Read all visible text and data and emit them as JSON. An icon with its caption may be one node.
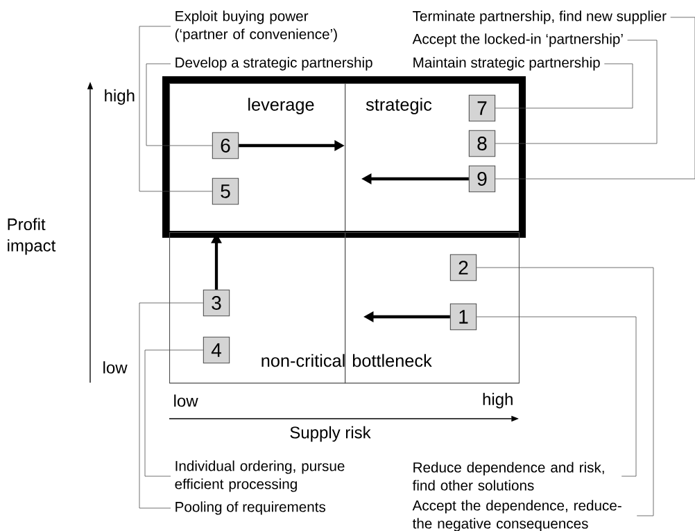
{
  "diagram": {
    "nodes": [
      {
        "text": [
          "leverage"
        ]
      },
      {
        "text": [
          "strategic"
        ]
      },
      {
        "text": [
          "non-critical"
        ]
      },
      {
        "text": [
          "bottleneck"
        ]
      },
      {
        "text": [
          "1"
        ],
        "in": 3
      },
      {
        "text": [
          "2"
        ],
        "in": 3
      },
      {
        "text": [
          "3"
        ],
        "in": 2
      },
      {
        "text": [
          "4"
        ],
        "in": 2
      },
      {
        "text": [
          "5"
        ],
        "in": 0
      },
      {
        "text": [
          "6"
        ],
        "in": 0
      },
      {
        "text": [
          "7"
        ],
        "in": 1
      },
      {
        "text": [
          "8"
        ],
        "in": 1
      },
      {
        "text": [
          "9"
        ],
        "in": 1
      },
      {
        "text": [
          "Exploit buying power (‘partner of convenience’)"
        ]
      },
      {
        "text": [
          "Develop a strategic partnership"
        ]
      },
      {
        "text": [
          "Terminate partnership, find new supplier"
        ]
      },
      {
        "text": [
          "Accept the locked-in ‘partnership’"
        ]
      },
      {
        "text": [
          "Maintain strategic partnership"
        ]
      },
      {
        "text": [
          "Individual ordering, pursue efficient processing"
        ]
      },
      {
        "text": [
          "Pooling of requirements"
        ]
      },
      {
        "text": [
          "Reduce dependence and risk, find other solutions"
        ]
      },
      {
        "text": [
          "Accept the dependence, reduce- the negative consequences"
        ]
      }
    ],
    "edges": [
      {
        "from": 13,
        "to": 8,
        "arrow": "none"
      },
      {
        "from": 14,
        "to": 9,
        "arrow": "none"
      },
      {
        "from": 15,
        "to": 12,
        "arrow": "none"
      },
      {
        "from": 16,
        "to": 11,
        "arrow": "none"
      },
      {
        "from": 17,
        "to": 10,
        "arrow": "none"
      },
      {
        "from": 18,
        "to": 7,
        "arrow": "none"
      },
      {
        "from": 19,
        "to": 6,
        "arrow": "none"
      },
      {
        "from": 20,
        "to": 4,
        "arrow": "none"
      },
      {
        "from": 21,
        "to": 5,
        "arrow": "none"
      },
      {
        "from": 9,
        "to": 1,
        "arrow": "to",
        "style": "thick"
      },
      {
        "from": 12,
        "to": null,
        "arrow": "to",
        "style": "thick"
      },
      {
        "from": 4,
        "to": null,
        "arrow": "to",
        "style": "thick"
      },
      {
        "from": 6,
        "to": 0,
        "arrow": "to",
        "style": "thick"
      }
    ],
    "labels": [
      "high",
      "low",
      "Profit impact",
      "low",
      "high",
      "Supply risk"
    ]
  }
}
